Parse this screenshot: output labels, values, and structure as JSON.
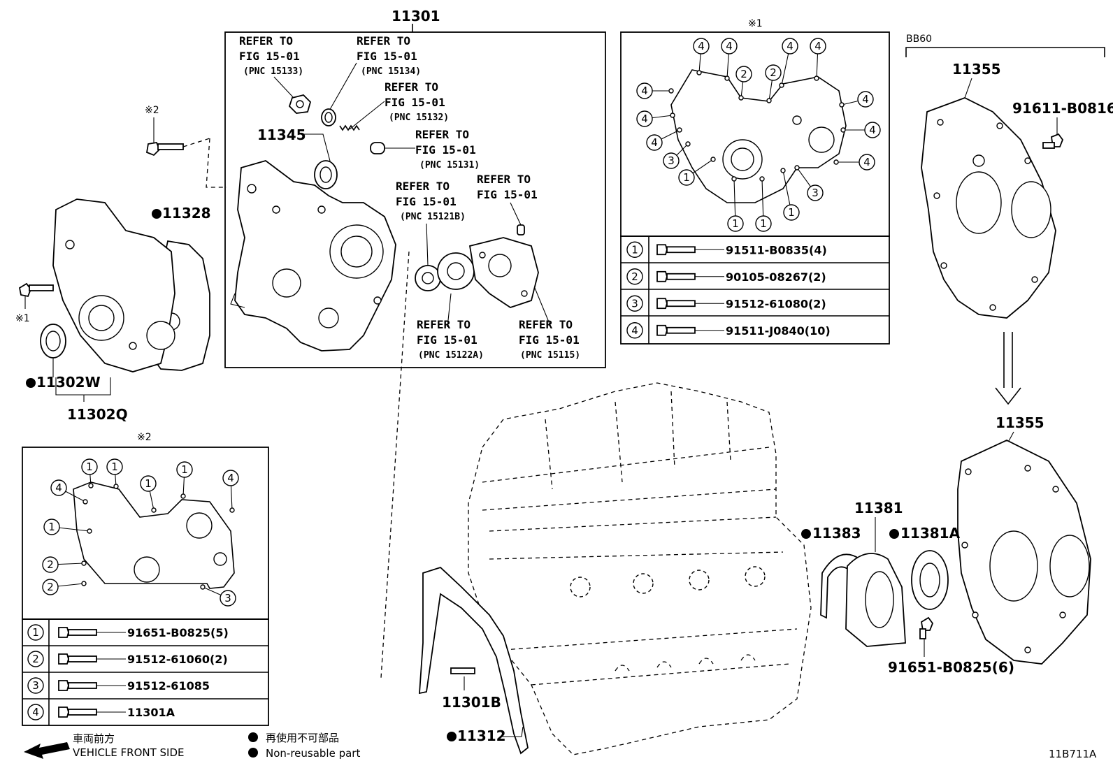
{
  "top_group": {
    "part_no": "11301"
  },
  "refer_labels": [
    {
      "line1": "REFER TO",
      "line2": "FIG 15-01",
      "pnc": "(PNC 15133)"
    },
    {
      "line1": "REFER TO",
      "line2": "FIG 15-01",
      "pnc": "(PNC 15134)"
    },
    {
      "line1": "REFER TO",
      "line2": "FIG 15-01",
      "pnc": "(PNC 15132)"
    },
    {
      "line1": "REFER TO",
      "line2": "FIG 15-01",
      "pnc": "(PNC 15131)"
    },
    {
      "line1": "REFER TO",
      "line2": "FIG 15-01",
      "pnc": "(PNC 15121B)"
    },
    {
      "line1": "REFER TO",
      "line2": "FIG 15-01",
      "pnc": ""
    },
    {
      "line1": "REFER TO",
      "line2": "FIG 15-01",
      "pnc": "(PNC 15122A)"
    },
    {
      "line1": "REFER TO",
      "line2": "FIG 15-01",
      "pnc": "(PNC 15115)"
    }
  ],
  "parts": {
    "p11345": "11345",
    "p11328": "11328",
    "p11302w": "11302W",
    "p11302q": "11302Q",
    "p11301b": "11301B",
    "p11312": "11312",
    "p11383": "11383",
    "p11381": "11381",
    "p11381a": "11381A",
    "p11355_top": "11355",
    "p11355_bottom": "11355",
    "p91611": "91611-B0816",
    "p91651_6": "91651-B0825(6)"
  },
  "marks": {
    "note1": "※1",
    "note2": "※2",
    "note1_box": "※1",
    "note2_box": "※2",
    "bb60": "BB60"
  },
  "bolt_table_1": [
    {
      "n": "1",
      "part": "91511-B0835(4)"
    },
    {
      "n": "2",
      "part": "90105-08267(2)"
    },
    {
      "n": "3",
      "part": "91512-61080(2)"
    },
    {
      "n": "4",
      "part": "91511-J0840(10)"
    }
  ],
  "bolt_table_2": [
    {
      "n": "1",
      "part": "91651-B0825(5)"
    },
    {
      "n": "2",
      "part": "91512-61060(2)"
    },
    {
      "n": "3",
      "part": "91512-61085"
    },
    {
      "n": "4",
      "part": "11301A"
    }
  ],
  "legend": {
    "front_jp": "車両前方",
    "front_en": "VEHICLE FRONT SIDE",
    "nonreuse_jp": "再使用不可部品",
    "nonreuse_en": "Non-reusable part"
  },
  "figure_code": "11B711A"
}
